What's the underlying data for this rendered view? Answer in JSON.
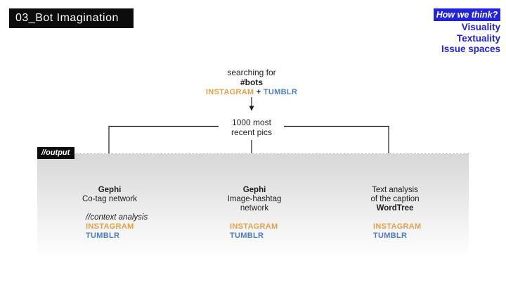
{
  "slide": {
    "title": "03_Bot Imagination"
  },
  "think_panel": {
    "title": "How we think?",
    "items": [
      "Visuality",
      "Textuality",
      "Issue spaces"
    ]
  },
  "flow": {
    "search": {
      "line1": "searching for",
      "hashtag": "#bots",
      "platform_a": "INSTAGRAM",
      "plus": "+",
      "platform_b": "TUMBLR"
    },
    "result": {
      "line1": "1000 most",
      "line2": "recent pics"
    }
  },
  "output": {
    "label": "//output",
    "columns": [
      {
        "title": "Gephi",
        "line2": "Co-tag network",
        "context": "//context analysis",
        "platforms": [
          "INSTAGRAM",
          "TUMBLR"
        ]
      },
      {
        "title": "Gephi",
        "line2": "Image-hashtag",
        "line3": "network",
        "platforms": [
          "INSTAGRAM",
          "TUMBLR"
        ]
      },
      {
        "line1": "Text analysis",
        "line2": "of the caption",
        "title": "WordTree",
        "platforms": [
          "INSTAGRAM",
          "TUMBLR"
        ]
      }
    ]
  },
  "colors": {
    "accent_blue": "#2222DE",
    "instagram_orange": "#E8A04A",
    "tumblr_blue": "#4D7EC3",
    "box_black": "#0c0c0c"
  }
}
